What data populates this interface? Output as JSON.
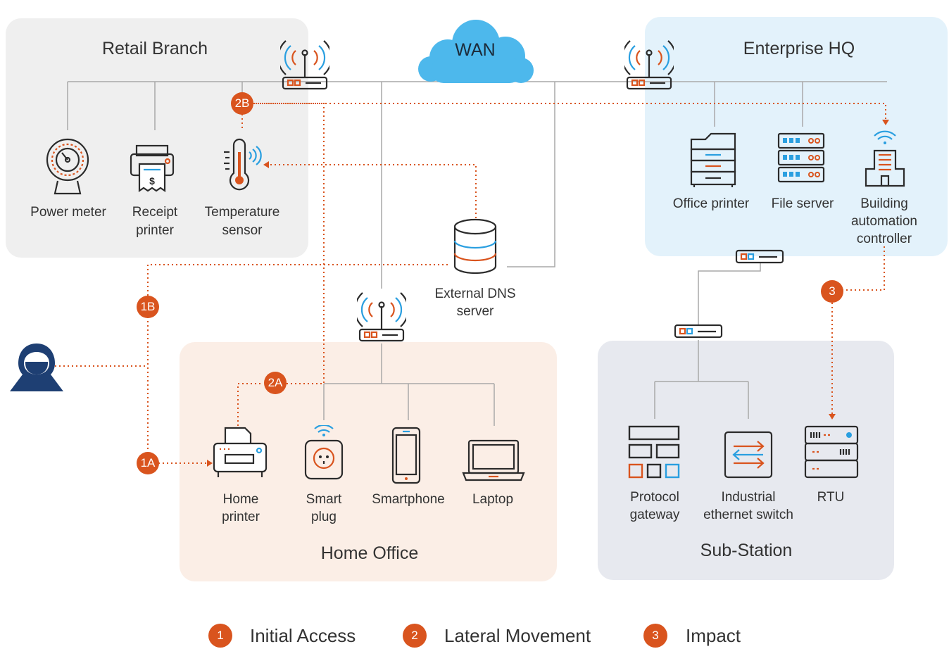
{
  "zones": {
    "retail": "Retail Branch",
    "hq": "Enterprise HQ",
    "home": "Home Office",
    "substation": "Sub-Station",
    "wan": "WAN"
  },
  "devices": {
    "power_meter": "Power meter",
    "receipt_printer_1": "Receipt",
    "receipt_printer_2": "printer",
    "temp_sensor_1": "Temperature",
    "temp_sensor_2": "sensor",
    "office_printer": "Office printer",
    "file_server": "File server",
    "bac_1": "Building",
    "bac_2": "automation",
    "bac_3": "controller",
    "dns_1": "External DNS",
    "dns_2": "server",
    "home_printer_1": "Home",
    "home_printer_2": "printer",
    "smart_plug_1": "Smart",
    "smart_plug_2": "plug",
    "smartphone": "Smartphone",
    "laptop": "Laptop",
    "protocol_gw_1": "Protocol",
    "protocol_gw_2": "gateway",
    "ind_switch_1": "Industrial",
    "ind_switch_2": "ethernet switch",
    "rtu": "RTU"
  },
  "steps": {
    "s1a": "1A",
    "s1b": "1B",
    "s2a": "2A",
    "s2b": "2B",
    "s3": "3"
  },
  "legend": [
    {
      "num": "1",
      "label": "Initial Access"
    },
    {
      "num": "2",
      "label": "Lateral Movement"
    },
    {
      "num": "3",
      "label": "Impact"
    }
  ],
  "colors": {
    "attack": "#d9541e",
    "wan_cloud": "#4db8ec",
    "retail_bg": "#efefef",
    "hq_bg": "#e3f2fb",
    "home_bg": "#fbeee6",
    "substation_bg": "#e7e9ef",
    "icon_stroke": "#2b2b2b",
    "icon_blue": "#2a9fe0",
    "attacker": "#1e3f73"
  }
}
